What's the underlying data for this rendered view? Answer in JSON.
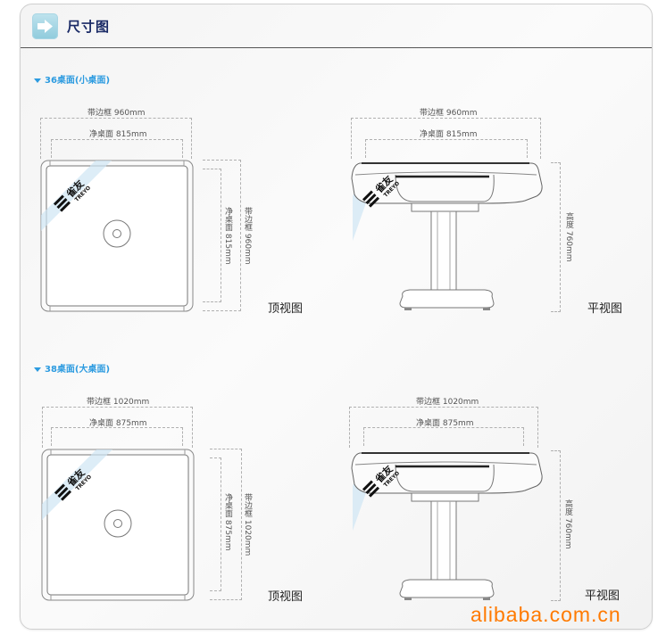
{
  "header": {
    "icon": "arrow-right-icon",
    "title": "尺寸图"
  },
  "sections": [
    {
      "title": "36桌面(小桌面)",
      "top_view": {
        "frame_width_label": "带边框 960mm",
        "net_width_label": "净桌面 815mm",
        "frame_depth_label": "带边框 960mm",
        "net_depth_label": "净桌面 815mm",
        "view_label": "顶视图"
      },
      "side_view": {
        "frame_width_label": "带边框 960mm",
        "net_width_label": "净桌面 815mm",
        "height_label": "高度 760mm",
        "view_label": "平视图"
      }
    },
    {
      "title": "38桌面(大桌面)",
      "top_view": {
        "frame_width_label": "带边框 1020mm",
        "net_width_label": "净桌面 875mm",
        "frame_depth_label": "带边框 1020mm",
        "net_depth_label": "净桌面 875mm",
        "view_label": "顶视图"
      },
      "side_view": {
        "frame_width_label": "带边框 1020mm",
        "net_width_label": "净桌面 875mm",
        "height_label": "高度 760mm",
        "view_label": "平视图"
      }
    }
  ],
  "brand": {
    "logo_cn": "雀友",
    "logo_en": "TREYO"
  },
  "watermark": "alibaba.com.cn",
  "colors": {
    "section_title": "#2c9be0",
    "header_title": "#1a2a66",
    "watermark": "#ff7a00",
    "dim_line": "#b0b0b0"
  }
}
